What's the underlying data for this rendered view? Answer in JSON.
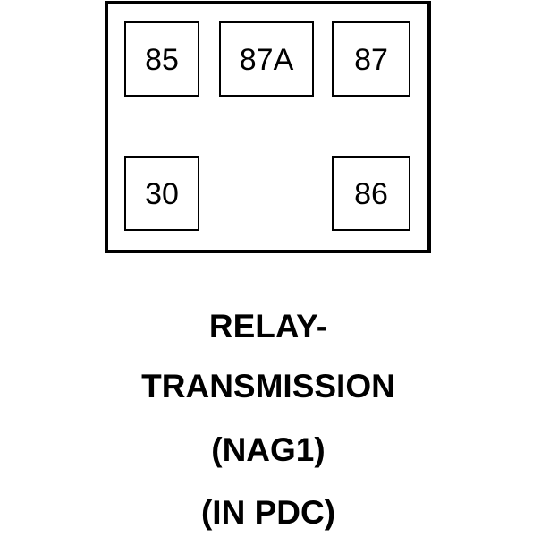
{
  "relay": {
    "terminals": {
      "t85": "85",
      "t87a": "87A",
      "t87": "87",
      "t30": "30",
      "t86": "86"
    },
    "caption": {
      "line1": "RELAY-",
      "line2": "TRANSMISSION",
      "line3": "(NAG1)",
      "line4": "(IN PDC)"
    }
  }
}
